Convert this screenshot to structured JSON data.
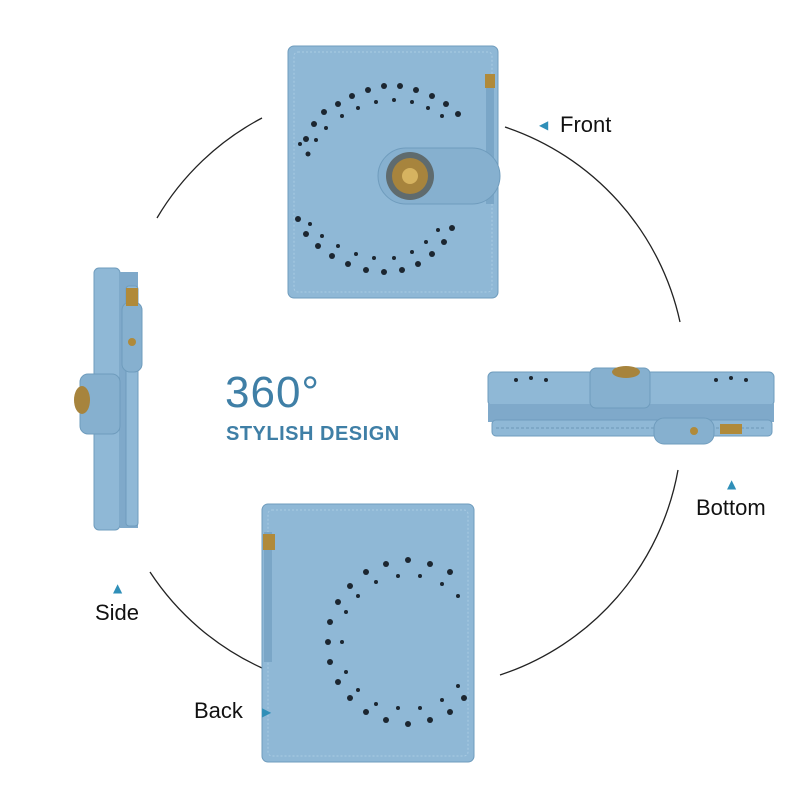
{
  "headline": {
    "number": "360°",
    "subtitle": "STYLISH DESIGN"
  },
  "views": {
    "front": "Front",
    "bottom": "Bottom",
    "side": "Side",
    "back": "Back"
  },
  "colors": {
    "wallet": "#8fb8d6",
    "wallet_dark": "#6f9cbd",
    "accent_text": "#3f7fa6",
    "pointer": "#2f8fb8"
  },
  "icons": {
    "pointer": "triangle-pointer-icon"
  }
}
